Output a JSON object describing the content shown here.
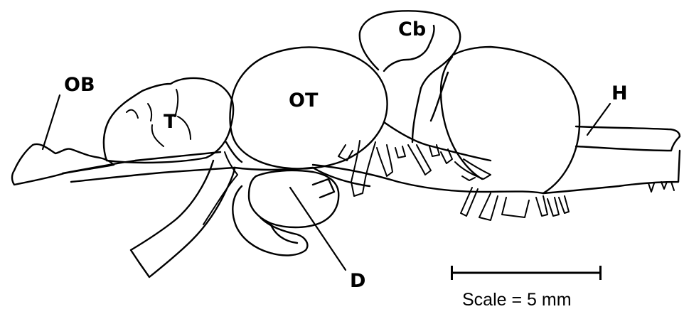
{
  "labels": {
    "olfactory_bulb": "OB",
    "telencephalon": "T",
    "optic_tectum": "OT",
    "cerebellum": "Cb",
    "hindbrain": "H",
    "diencephalon": "D"
  },
  "scale": {
    "text": "Scale = 5 mm"
  },
  "colors": {
    "ink": "#000000",
    "background": "#ffffff"
  }
}
